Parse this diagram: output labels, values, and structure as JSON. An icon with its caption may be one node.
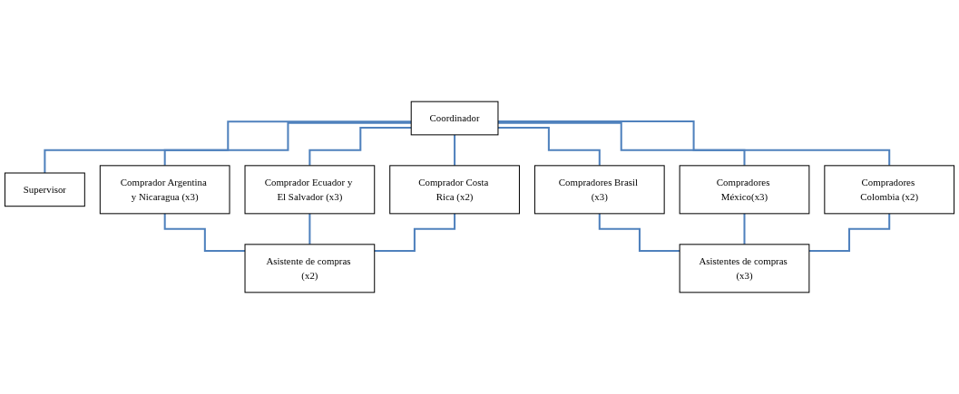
{
  "diagram": {
    "nodes": [
      {
        "text": [
          "Coordinador"
        ]
      },
      {
        "text": [
          "Supervisor"
        ]
      },
      {
        "text": [
          "Comprador Argentina y Nicaragua (x3)"
        ]
      },
      {
        "text": [
          "Comprador Ecuador y El Salvador (x3)"
        ]
      },
      {
        "text": [
          "Comprador Costa Rica (x2)"
        ]
      },
      {
        "text": [
          "Compradores Brasil (x3)"
        ]
      },
      {
        "text": [
          "Compradores México(x3)"
        ]
      },
      {
        "text": [
          "Compradores Colombia (x2)"
        ]
      },
      {
        "text": [
          "Asistente de compras (x2)"
        ]
      },
      {
        "text": [
          "Asistentes de compras (x3)"
        ]
      }
    ],
    "edges": [
      {
        "from": 0,
        "to": 1,
        "arrow": "none",
        "color": "#4f81bd"
      },
      {
        "from": 0,
        "to": 2,
        "arrow": "none",
        "color": "#4f81bd"
      },
      {
        "from": 0,
        "to": 3,
        "arrow": "none",
        "color": "#4f81bd"
      },
      {
        "from": 0,
        "to": 4,
        "arrow": "none",
        "color": "#4f81bd"
      },
      {
        "from": 0,
        "to": 5,
        "arrow": "none",
        "color": "#4f81bd"
      },
      {
        "from": 0,
        "to": 6,
        "arrow": "none",
        "color": "#4f81bd"
      },
      {
        "from": 0,
        "to": 7,
        "arrow": "none",
        "color": "#4f81bd"
      },
      {
        "from": 2,
        "to": 8,
        "arrow": "none",
        "color": "#4f81bd"
      },
      {
        "from": 3,
        "to": 8,
        "arrow": "none",
        "color": "#4f81bd"
      },
      {
        "from": 4,
        "to": 8,
        "arrow": "none",
        "color": "#4f81bd"
      },
      {
        "from": 5,
        "to": 9,
        "arrow": "none",
        "color": "#4f81bd"
      },
      {
        "from": 6,
        "to": 9,
        "arrow": "none",
        "color": "#4f81bd"
      },
      {
        "from": 7,
        "to": 9,
        "arrow": "none",
        "color": "#4f81bd"
      }
    ]
  }
}
